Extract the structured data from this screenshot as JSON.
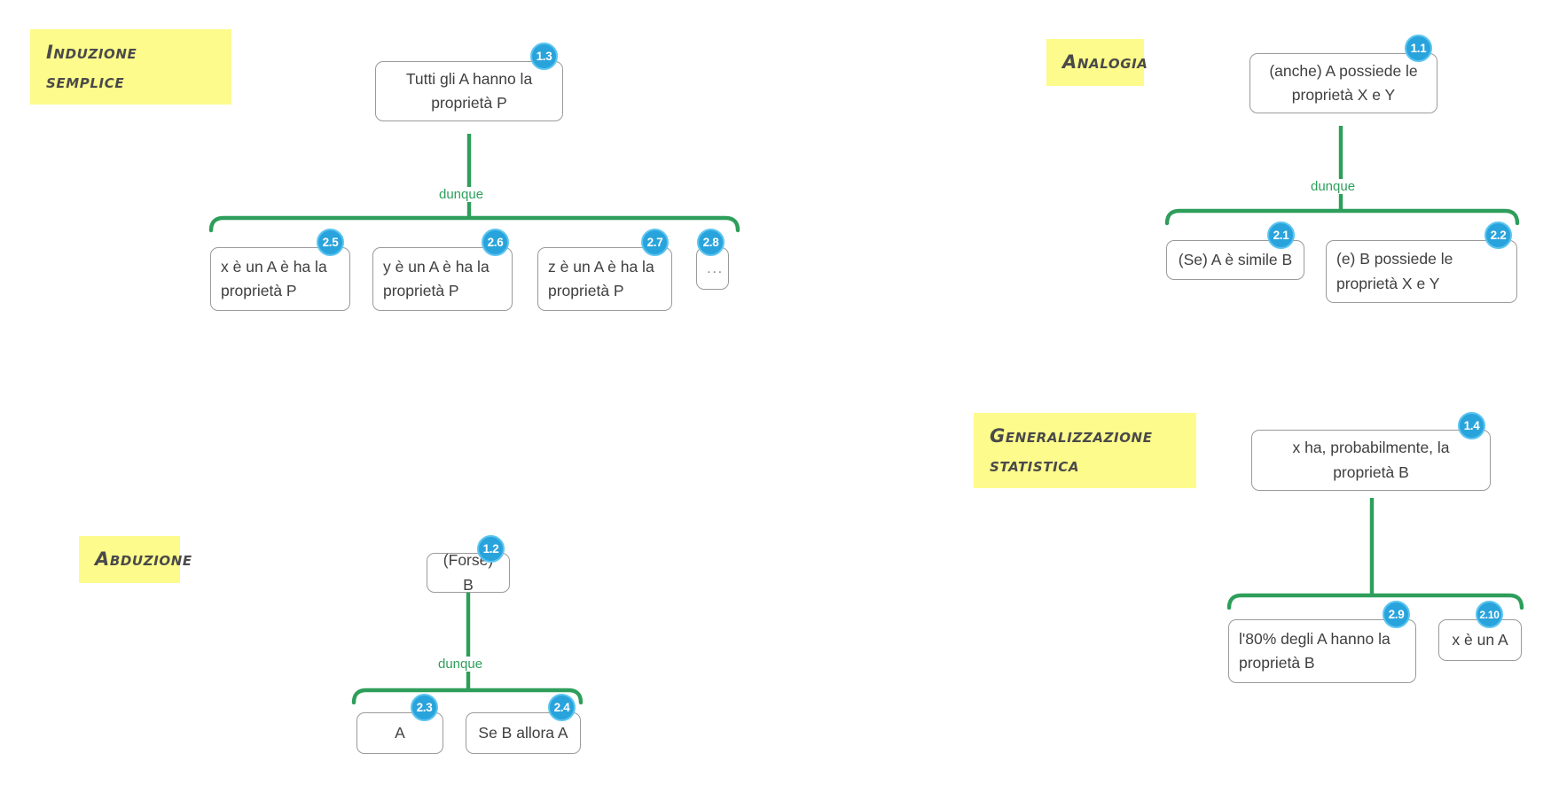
{
  "page": {
    "background": "#ffffff",
    "accent_green": "#2E9E5B",
    "badge_blue": "#29A3DC",
    "badge_ring": "#5BC5F0",
    "highlight_yellow": "#FDFB8B",
    "box_border": "#9a9a9a",
    "text_color": "#3f3f3f"
  },
  "sections": {
    "induzione": {
      "title": "Induzione semplice",
      "connector_label": "dunque",
      "conclusion": {
        "id": "1.3",
        "text": "Tutti gli A hanno la proprietà P"
      },
      "premises": [
        {
          "id": "2.5",
          "text": "x è un A è ha la proprietà P"
        },
        {
          "id": "2.6",
          "text": "y è un A è ha la proprietà P"
        },
        {
          "id": "2.7",
          "text": "z è un A è ha la proprietà P"
        },
        {
          "id": "2.8",
          "text": "..."
        }
      ]
    },
    "analogia": {
      "title": "Analogia",
      "connector_label": "dunque",
      "conclusion": {
        "id": "1.1",
        "text": "(anche) A possiede le proprietà X e Y"
      },
      "premises": [
        {
          "id": "2.1",
          "text": "(Se) A è simile B"
        },
        {
          "id": "2.2",
          "text": "(e) B possiede le proprietà X e Y"
        }
      ]
    },
    "abduzione": {
      "title": "Abduzione",
      "connector_label": "dunque",
      "conclusion": {
        "id": "1.2",
        "text": "(Forse) B"
      },
      "premises": [
        {
          "id": "2.3",
          "text": "A"
        },
        {
          "id": "2.4",
          "text": "Se B allora A"
        }
      ]
    },
    "generalizzazione": {
      "title": "Generalizzazione\nstatistica",
      "connector_label": "",
      "conclusion": {
        "id": "1.4",
        "text": "x ha, probabilmente, la proprietà B"
      },
      "premises": [
        {
          "id": "2.9",
          "text": "l'80% degli A hanno la proprietà B"
        },
        {
          "id": "2.10",
          "text": "x è un A"
        }
      ]
    }
  }
}
